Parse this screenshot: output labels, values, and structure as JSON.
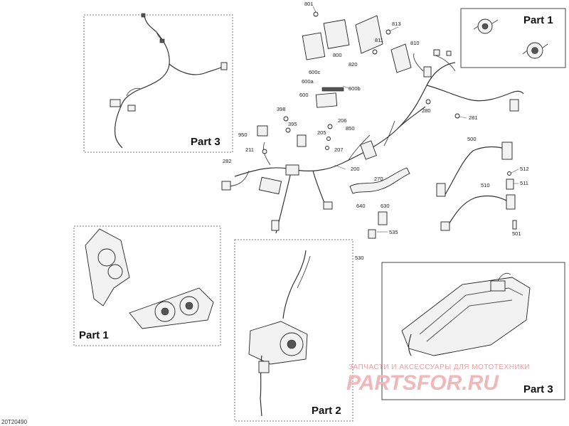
{
  "diagram_id": "20T20490",
  "part_labels": {
    "top_right": "Part 1",
    "top_left": "Part 3",
    "bottom_left": "Part 1",
    "bottom_center": "Part 2",
    "bottom_right": "Part 3"
  },
  "callouts": {
    "c801": "801",
    "c813": "813",
    "c811": "811",
    "c810": "810",
    "c800": "800",
    "c820": "820",
    "c600c": "600c",
    "c600a": "600a",
    "c600b": "600b",
    "c600": "600",
    "c398": "398",
    "c395": "395",
    "c950": "950",
    "c206": "206",
    "c850": "850",
    "c205": "205",
    "c207": "207",
    "c211": "211",
    "c282": "282",
    "c200": "200",
    "c280": "280",
    "c281": "281",
    "c500": "500",
    "c512": "512",
    "c511": "511",
    "c510": "510",
    "c501": "501",
    "c270": "270",
    "c640": "640",
    "c630": "630",
    "c535": "535",
    "c530": "530"
  },
  "watermark": {
    "tagline": "ЗАПЧАСТИ И АКСЕССУАРЫ ДЛЯ МОТОТЕХНИКИ",
    "brand": "PARTSFOR.RU"
  }
}
